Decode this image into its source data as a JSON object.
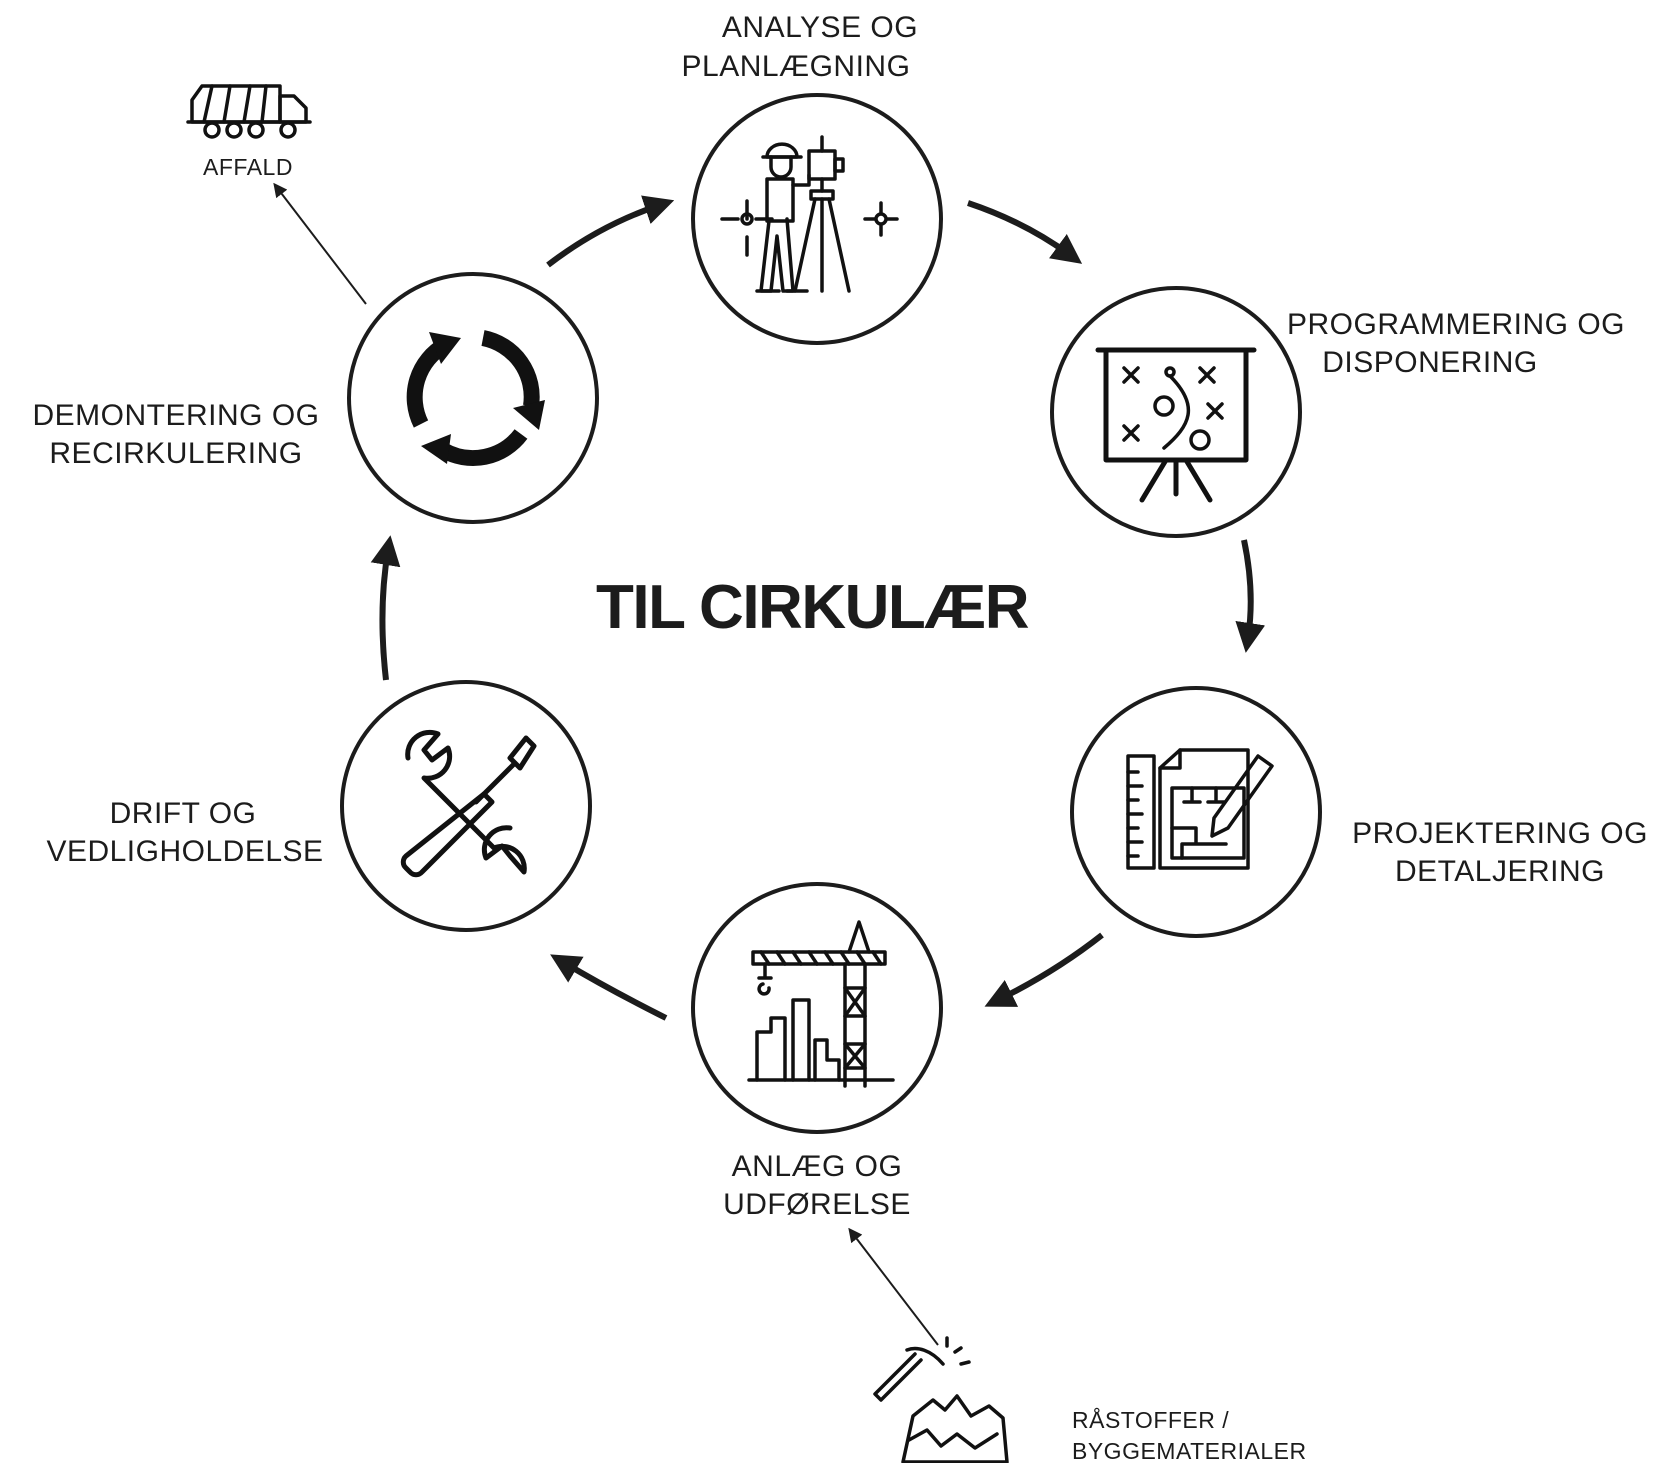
{
  "title": "TIL CIRKULÆR",
  "stages": [
    {
      "id": "analyse",
      "icon": "surveyor-icon",
      "lines": [
        "ANALYSE OG",
        "PLANLÆGNING"
      ]
    },
    {
      "id": "programmering",
      "icon": "strategy-board-icon",
      "lines": [
        "PROGRAMMERING OG",
        "DISPONERING"
      ]
    },
    {
      "id": "projektering",
      "icon": "blueprint-pencil-icon",
      "lines": [
        "PROJEKTERING OG",
        "DETALJERING"
      ]
    },
    {
      "id": "anlaeg",
      "icon": "construction-crane-icon",
      "lines": [
        "ANLÆG OG",
        "UDFØRELSE"
      ]
    },
    {
      "id": "drift",
      "icon": "wrench-screwdriver-icon",
      "lines": [
        "DRIFT OG",
        "VEDLIGHOLDELSE"
      ]
    },
    {
      "id": "demontering",
      "icon": "recycle-arrows-icon",
      "lines": [
        "DEMONTERING OG",
        "RECIRKULERING"
      ]
    }
  ],
  "outputs": {
    "waste": {
      "icon": "garbage-truck-icon",
      "label": "AFFALD"
    },
    "materials": {
      "icon": "pickaxe-rocks-icon",
      "lines": [
        "RÅSTOFFER /",
        "BYGGEMATERIALER"
      ]
    }
  },
  "colors": {
    "ink": "#1c1c1c",
    "background": "#ffffff"
  }
}
